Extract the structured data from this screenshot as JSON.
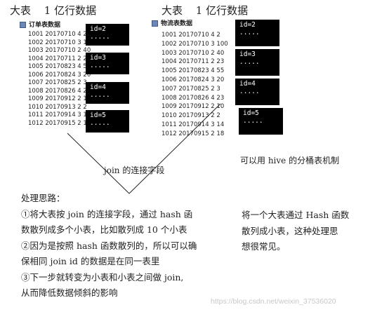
{
  "left_heading": {
    "big_label": "大表",
    "count_label": "1 亿行数据"
  },
  "right_heading": {
    "big_label": "大表",
    "count_label": "1 亿行数据"
  },
  "left_table": {
    "title": "订单表数据",
    "rows": [
      "1001 20170710 4 2",
      "1002 20170710 3 100",
      "1003 20170710 2 40",
      "1004 20170711 2 23",
      "1005 20170823 4 55",
      "1006 20170824 3 20",
      "1007 20170825 2 3",
      "1008 20170826 4 23",
      "1009 20170912 2 10",
      "1010 20170913 2 2",
      "1011 20170914 3 14",
      "1012 20170915 2 18"
    ]
  },
  "right_table": {
    "title": "物流表数据",
    "rows": [
      "1001 20170710 4 2",
      "1002 20170710 3 100",
      "1003 20170710 2 40",
      "1004 20170711 2 23",
      "1005 20170823 4 55",
      "1006 20170824 3 20",
      "1007 20170825 2 3",
      "1008 20170826 4 23",
      "1009 20170912 2 10",
      "1010 20170913 2 2",
      "1011 20170914 3 14",
      "1012 20170915 2 18"
    ]
  },
  "left_boxes": [
    {
      "id": "id=2",
      "dots": "....."
    },
    {
      "id": "id=3",
      "dots": "....."
    },
    {
      "id": "id=4",
      "dots": "....."
    },
    {
      "id": "id=5",
      "dots": "....."
    }
  ],
  "right_boxes": [
    {
      "id": "id=2",
      "dots": "....."
    },
    {
      "id": "id=3",
      "dots": "....."
    },
    {
      "id": "id=4",
      "dots": "....."
    },
    {
      "id": "id=5",
      "dots": "....."
    }
  ],
  "join_note": "join 的连接字段",
  "hive_note": "可以用 hive 的分桶表机制",
  "process": {
    "title": "处理思路：",
    "lines": [
      "①将大表按 join 的连接字段，通过 hash 函",
      "数散列成多个小表，比如散列成 10 个小表",
      "②因为是按照 hash 函数散列的，所以可以确",
      "保相同 join id 的数据是在同一表里",
      "③下一步就转变为小表和小表之间做 join,",
      "从而降低数据倾斜的影响"
    ]
  },
  "summary": {
    "lines": [
      "将一个大表通过 Hash 函数",
      "散列成小表，这种处理思",
      "想很常见。"
    ]
  },
  "watermark": "https://blog.csdn.net/weixin_37536020"
}
